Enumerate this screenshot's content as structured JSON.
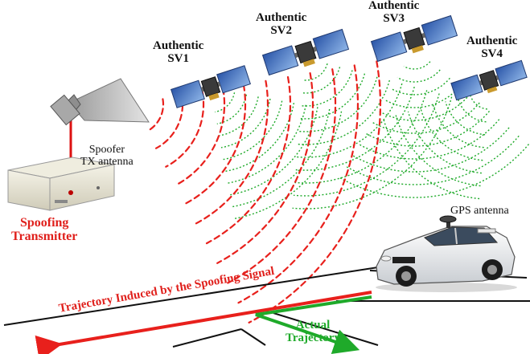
{
  "satellites": [
    {
      "id": "sv1",
      "label_line1": "Authentic",
      "label_line2": "SV1"
    },
    {
      "id": "sv2",
      "label_line1": "Authentic",
      "label_line2": "SV2"
    },
    {
      "id": "sv3",
      "label_line1": "Authentic",
      "label_line2": "SV3"
    },
    {
      "id": "sv4",
      "label_line1": "Authentic",
      "label_line2": "SV4"
    }
  ],
  "spoofer_antenna": {
    "line1": "Spoofer",
    "line2": "TX antenna"
  },
  "spoofing_transmitter": {
    "line1": "Spoofing",
    "line2": "Transmitter"
  },
  "gps_antenna": "GPS antenna",
  "trajectory_spoofed": "Trajectory Induced by the Spoofing Signal",
  "trajectory_actual": {
    "line1": "Actual",
    "line2": "Trajectory"
  },
  "colors": {
    "spoof": "#e8201c",
    "authentic": "#1faa2a",
    "label": "#111111"
  }
}
